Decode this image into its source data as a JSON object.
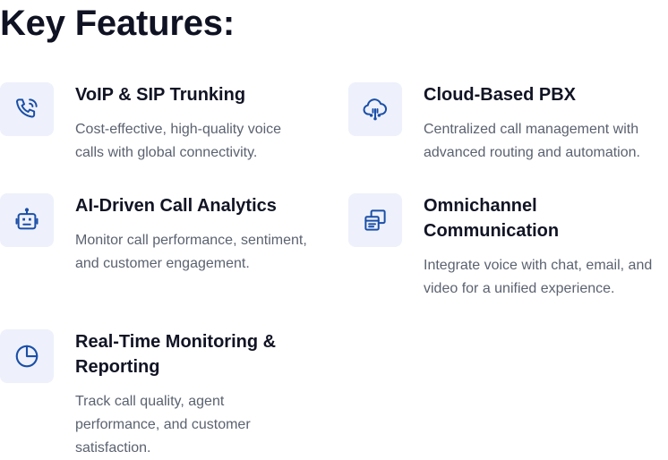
{
  "heading": "Key Features:",
  "colors": {
    "icon_stroke": "#1a4fa8",
    "icon_bg": "#eef1fb",
    "title": "#111424",
    "description": "#5b6270"
  },
  "features": [
    {
      "icon": "phone-call-icon",
      "title": "VoIP & SIP Trunking",
      "description_lines": [
        "Cost-effective, high-quality voice",
        "calls with global connectivity."
      ]
    },
    {
      "icon": "cloud-network-icon",
      "title": "Cloud-Based PBX",
      "description_lines": [
        "Centralized call management with",
        "advanced routing and automation."
      ]
    },
    {
      "icon": "robot-icon",
      "title": "AI-Driven Call Analytics",
      "description_lines": [
        "Monitor call performance, sentiment,",
        "and customer engagement."
      ]
    },
    {
      "icon": "multi-window-icon",
      "title_lines": [
        "Omnichannel",
        "Communication"
      ],
      "description_lines": [
        "Integrate voice with chat, email, and",
        "video for a unified experience."
      ]
    },
    {
      "icon": "pie-chart-icon",
      "title_lines": [
        "Real-Time Monitoring &",
        "Reporting"
      ],
      "description_lines": [
        "Track call quality, agent",
        "performance, and customer",
        "satisfaction."
      ]
    }
  ]
}
